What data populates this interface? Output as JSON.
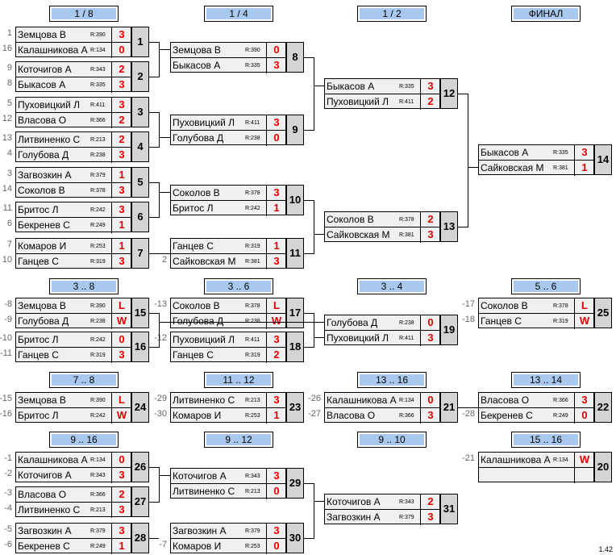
{
  "headers": [
    {
      "id": "h1",
      "label": "1 / 8"
    },
    {
      "id": "h2",
      "label": "1 / 4"
    },
    {
      "id": "h3",
      "label": "1 / 2"
    },
    {
      "id": "h4",
      "label": "ФИНАЛ"
    },
    {
      "id": "h5",
      "label": "3 .. 8"
    },
    {
      "id": "h6",
      "label": "3 .. 6"
    },
    {
      "id": "h7",
      "label": "3 .. 4"
    },
    {
      "id": "h8",
      "label": "5 .. 6"
    },
    {
      "id": "h9",
      "label": "7 .. 8"
    },
    {
      "id": "h10",
      "label": "11 .. 12"
    },
    {
      "id": "h11",
      "label": "13 .. 16"
    },
    {
      "id": "h12",
      "label": "13 .. 14"
    },
    {
      "id": "h13",
      "label": "9 .. 16"
    },
    {
      "id": "h14",
      "label": "9 .. 12"
    },
    {
      "id": "h15",
      "label": "9 .. 10"
    },
    {
      "id": "h16",
      "label": "15 .. 16"
    }
  ],
  "matches": [
    {
      "num": "1",
      "p1": {
        "name": "Земцова В",
        "rating": "R:390",
        "score": "3",
        "seed": "1"
      },
      "p2": {
        "name": "Калашникова А",
        "rating": "R:134",
        "score": "0",
        "seed": "16"
      }
    },
    {
      "num": "2",
      "p1": {
        "name": "Коточигов А",
        "rating": "R:343",
        "score": "2",
        "seed": "9"
      },
      "p2": {
        "name": "Быкасов А",
        "rating": "R:335",
        "score": "3",
        "seed": "8"
      }
    },
    {
      "num": "3",
      "p1": {
        "name": "Пуховицкий Л",
        "rating": "R:411",
        "score": "3",
        "seed": "5"
      },
      "p2": {
        "name": "Власова О",
        "rating": "R:366",
        "score": "2",
        "seed": "12"
      }
    },
    {
      "num": "4",
      "p1": {
        "name": "Литвиненко С",
        "rating": "R:213",
        "score": "2",
        "seed": "13"
      },
      "p2": {
        "name": "Голубова Д",
        "rating": "R:238",
        "score": "3",
        "seed": "4"
      }
    },
    {
      "num": "5",
      "p1": {
        "name": "Загвозкин А",
        "rating": "R:379",
        "score": "1",
        "seed": "3"
      },
      "p2": {
        "name": "Соколов В",
        "rating": "R:378",
        "score": "3",
        "seed": "14"
      }
    },
    {
      "num": "6",
      "p1": {
        "name": "Бритос Л",
        "rating": "R:242",
        "score": "3",
        "seed": "11"
      },
      "p2": {
        "name": "Бекренев С",
        "rating": "R:249",
        "score": "1",
        "seed": "6"
      }
    },
    {
      "num": "7",
      "p1": {
        "name": "Комаров И",
        "rating": "R:253",
        "score": "1",
        "seed": "7"
      },
      "p2": {
        "name": "Ганцев С",
        "rating": "R:319",
        "score": "3",
        "seed": "10"
      }
    },
    {
      "num": "8",
      "p1": {
        "name": "Земцова В",
        "rating": "R:390",
        "score": "0",
        "seed": ""
      },
      "p2": {
        "name": "Быкасов А",
        "rating": "R:335",
        "score": "3",
        "seed": ""
      }
    },
    {
      "num": "9",
      "p1": {
        "name": "Пуховицкий Л",
        "rating": "R:411",
        "score": "3",
        "seed": ""
      },
      "p2": {
        "name": "Голубова Д",
        "rating": "R:238",
        "score": "0",
        "seed": ""
      }
    },
    {
      "num": "10",
      "p1": {
        "name": "Соколов В",
        "rating": "R:378",
        "score": "3",
        "seed": ""
      },
      "p2": {
        "name": "Бритос Л",
        "rating": "R:242",
        "score": "1",
        "seed": ""
      }
    },
    {
      "num": "11",
      "p1": {
        "name": "Ганцев С",
        "rating": "R:319",
        "score": "1",
        "seed": ""
      },
      "p2": {
        "name": "Сайковская М",
        "rating": "R:381",
        "score": "3",
        "seed": "2"
      }
    },
    {
      "num": "12",
      "p1": {
        "name": "Быкасов А",
        "rating": "R:335",
        "score": "3",
        "seed": ""
      },
      "p2": {
        "name": "Пуховицкий Л",
        "rating": "R:411",
        "score": "2",
        "seed": ""
      }
    },
    {
      "num": "13",
      "p1": {
        "name": "Соколов В",
        "rating": "R:378",
        "score": "2",
        "seed": ""
      },
      "p2": {
        "name": "Сайковская М",
        "rating": "R:381",
        "score": "3",
        "seed": ""
      }
    },
    {
      "num": "14",
      "p1": {
        "name": "Быкасов А",
        "rating": "R:335",
        "score": "3",
        "seed": ""
      },
      "p2": {
        "name": "Сайковская М",
        "rating": "R:381",
        "score": "1",
        "seed": ""
      }
    },
    {
      "num": "15",
      "p1": {
        "name": "Земцова В",
        "rating": "R:390",
        "score": "L",
        "seed": "-8"
      },
      "p2": {
        "name": "Голубова Д",
        "rating": "R:238",
        "score": "W",
        "seed": "-9"
      }
    },
    {
      "num": "16",
      "p1": {
        "name": "Бритос Л",
        "rating": "R:242",
        "score": "0",
        "seed": "-10"
      },
      "p2": {
        "name": "Ганцев С",
        "rating": "R:319",
        "score": "3",
        "seed": "-11"
      }
    },
    {
      "num": "17",
      "p1": {
        "name": "Соколов В",
        "rating": "R:378",
        "score": "L",
        "seed": "-13"
      },
      "p2": {
        "name": "Голубова Д",
        "rating": "R:238",
        "score": "W",
        "seed": ""
      }
    },
    {
      "num": "18",
      "p1": {
        "name": "Пуховицкий Л",
        "rating": "R:411",
        "score": "3",
        "seed": "-12"
      },
      "p2": {
        "name": "Ганцев С",
        "rating": "R:319",
        "score": "2",
        "seed": ""
      }
    },
    {
      "num": "19",
      "p1": {
        "name": "Голубова Д",
        "rating": "R:238",
        "score": "0",
        "seed": ""
      },
      "p2": {
        "name": "Пуховицкий Л",
        "rating": "R:411",
        "score": "3",
        "seed": ""
      }
    },
    {
      "num": "25",
      "p1": {
        "name": "Соколов В",
        "rating": "R:378",
        "score": "L",
        "seed": "-17"
      },
      "p2": {
        "name": "Ганцев С",
        "rating": "R:319",
        "score": "W",
        "seed": "-18"
      }
    },
    {
      "num": "24",
      "p1": {
        "name": "Земцова В",
        "rating": "R:390",
        "score": "L",
        "seed": "-15"
      },
      "p2": {
        "name": "Бритос Л",
        "rating": "R:242",
        "score": "W",
        "seed": "-16"
      }
    },
    {
      "num": "23",
      "p1": {
        "name": "Литвиненко С",
        "rating": "R:213",
        "score": "3",
        "seed": "-29"
      },
      "p2": {
        "name": "Комаров И",
        "rating": "R:253",
        "score": "1",
        "seed": "-30"
      }
    },
    {
      "num": "21",
      "p1": {
        "name": "Калашникова А",
        "rating": "R:134",
        "score": "0",
        "seed": "-26"
      },
      "p2": {
        "name": "Власова О",
        "rating": "R:366",
        "score": "3",
        "seed": "-27"
      }
    },
    {
      "num": "22",
      "p1": {
        "name": "Власова О",
        "rating": "R:366",
        "score": "3",
        "seed": ""
      },
      "p2": {
        "name": "Бекренев С",
        "rating": "R:249",
        "score": "0",
        "seed": "-28"
      }
    },
    {
      "num": "26",
      "p1": {
        "name": "Калашникова А",
        "rating": "R:134",
        "score": "0",
        "seed": "-1"
      },
      "p2": {
        "name": "Коточигов А",
        "rating": "R:343",
        "score": "3",
        "seed": "-2"
      }
    },
    {
      "num": "27",
      "p1": {
        "name": "Власова О",
        "rating": "R:366",
        "score": "2",
        "seed": "-3"
      },
      "p2": {
        "name": "Литвиненко С",
        "rating": "R:213",
        "score": "3",
        "seed": "-4"
      }
    },
    {
      "num": "28",
      "p1": {
        "name": "Загвозкин А",
        "rating": "R:379",
        "score": "3",
        "seed": "-5"
      },
      "p2": {
        "name": "Бекренев С",
        "rating": "R:249",
        "score": "1",
        "seed": "-6"
      }
    },
    {
      "num": "29",
      "p1": {
        "name": "Коточигов А",
        "rating": "R:343",
        "score": "3",
        "seed": ""
      },
      "p2": {
        "name": "Литвиненко С",
        "rating": "R:213",
        "score": "0",
        "seed": ""
      }
    },
    {
      "num": "30",
      "p1": {
        "name": "Загвозкин А",
        "rating": "R:379",
        "score": "3",
        "seed": ""
      },
      "p2": {
        "name": "Комаров И",
        "rating": "R:253",
        "score": "0",
        "seed": "-7"
      }
    },
    {
      "num": "31",
      "p1": {
        "name": "Коточигов А",
        "rating": "R:343",
        "score": "2",
        "seed": ""
      },
      "p2": {
        "name": "Загвозкин А",
        "rating": "R:379",
        "score": "3",
        "seed": ""
      }
    },
    {
      "num": "20",
      "p1": {
        "name": "Калашникова А",
        "rating": "R:134",
        "score": "W",
        "seed": "-21"
      },
      "p2": {
        "name": "",
        "rating": "",
        "score": "",
        "seed": ""
      }
    }
  ],
  "version": "1.42"
}
